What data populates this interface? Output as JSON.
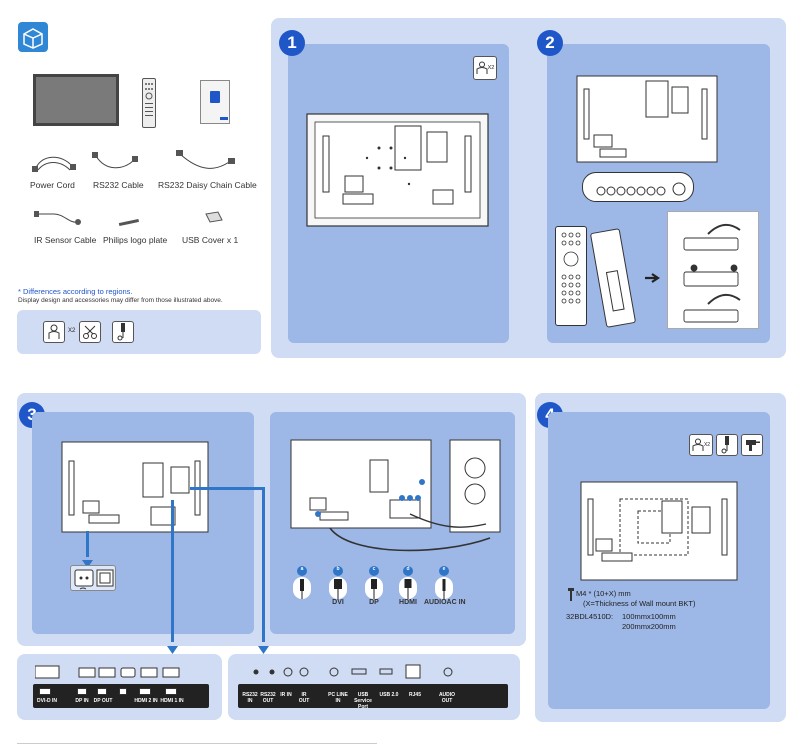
{
  "accessories": {
    "power_cord": "Power Cord",
    "rs232_cable": "RS232 Cable",
    "rs232_daisy": "RS232 Daisy Chain Cable",
    "ir_sensor": "IR Sensor Cable",
    "logo_plate": "Philips logo plate",
    "usb_cover": "USB Cover x 1",
    "note_title": "* Differences according to regions.",
    "note_body": "Display design and accessories may differ from those illustrated above.",
    "x2": "X2"
  },
  "steps": {
    "s1": "1",
    "s2": "2",
    "s3": "3",
    "s4": "4"
  },
  "step1": {
    "k2": "X2"
  },
  "step3": {
    "cables": [
      {
        "badge": "a",
        "label": ""
      },
      {
        "badge": "b",
        "label": "DVI"
      },
      {
        "badge": "c",
        "label": "DP"
      },
      {
        "badge": "d",
        "label": "HDMI"
      },
      {
        "badge": "e",
        "label": "AUDIOAC IN"
      }
    ],
    "left_ports": [
      "DVI-D IN",
      "DP IN",
      "DP OUT",
      "",
      "HDMI 2 IN",
      "HDMI 1 IN"
    ],
    "right_ports": [
      "RS232 IN",
      "RS232 OUT",
      "IR IN",
      "IR OUT",
      "PC LINE IN",
      "USB Service Port",
      "USB 2.0",
      "RJ45",
      "AUDIO OUT"
    ]
  },
  "step4": {
    "x2": "X2",
    "screw": "M4 * (10+X) mm",
    "screw_note": "(X=Thickness of Wall mount BKT)",
    "model": "32BDL4510D:",
    "vesa1": "100mmx100mm",
    "vesa2": "200mmx200mm"
  },
  "colors": {
    "accent": "#1f56c8",
    "panel_light": "#cfdcf3",
    "panel_dark": "#9db7e6",
    "line": "#2f76c9"
  }
}
